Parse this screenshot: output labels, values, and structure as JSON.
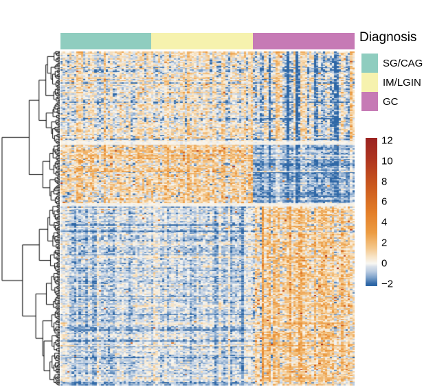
{
  "chart_data": {
    "type": "heatmap",
    "title": "",
    "legend_title": "Diagnosis",
    "description": "Hierarchically clustered heatmap of features (rows, dendrogram at left) across samples (columns) grouped by diagnosis annotation at top",
    "value_scale": {
      "min": -2,
      "max": 12,
      "tick_values": [
        12,
        10,
        8,
        6,
        4,
        2,
        0,
        -2
      ],
      "tick_labels": [
        "12",
        "10",
        "8",
        "6",
        "4",
        "2",
        "0",
        "−2"
      ],
      "bar_top_value": 12.25,
      "bar_bottom_value": -2.2
    },
    "colormap_stops": [
      {
        "value": -2,
        "color": "#2E67A6"
      },
      {
        "value": -1.35,
        "color": "#7FA3CB"
      },
      {
        "value": -0.75,
        "color": "#BCCDE1"
      },
      {
        "value": -0.3,
        "color": "#D8E0EA"
      },
      {
        "value": 0,
        "color": "#F8F7F2"
      },
      {
        "value": 0.6,
        "color": "#F8E6CA"
      },
      {
        "value": 1.5,
        "color": "#F4C78B"
      },
      {
        "value": 3,
        "color": "#EC9C42"
      },
      {
        "value": 5,
        "color": "#E37E28"
      },
      {
        "value": 7.5,
        "color": "#CB5A1E"
      },
      {
        "value": 10,
        "color": "#B0371F"
      },
      {
        "value": 12,
        "color": "#9C2421"
      }
    ],
    "columns": {
      "total": 130,
      "axis": "samples (no labels shown)",
      "groups": [
        {
          "label": "SG/CAG",
          "color": "#8FCDBF",
          "count": 40
        },
        {
          "label": "IM/LGIN",
          "color": "#F6F2AE",
          "count": 45
        },
        {
          "label": "GC",
          "color": "#C67AB5",
          "count": 45
        }
      ]
    },
    "rows": {
      "total": 280,
      "axis": "features (no labels shown)",
      "dendrogram": "dense hierarchical clustering tree drawn in black on left side"
    },
    "pattern": {
      "seed": 987654321,
      "bands": [
        {
          "rows": [
            0,
            0.277
          ],
          "means": [
            0.3,
            0.35,
            -0.3
          ],
          "col_sd": [
            0.55,
            0.55,
            1.05
          ],
          "noise_sd": [
            0.8,
            0.8,
            0.85
          ],
          "fleck_p": [
            0.005,
            0.005,
            0.004
          ],
          "fleck_amp": 7
        },
        {
          "rows": [
            0.277,
            0.462
          ],
          "means": [
            1.05,
            1.2,
            -1.1
          ],
          "col_sd": [
            0.5,
            0.5,
            0.4
          ],
          "noise_sd": [
            1.05,
            1.05,
            0.55
          ],
          "fleck_p": [
            0.012,
            0.012,
            0.002
          ],
          "fleck_amp": 8
        },
        {
          "rows": [
            0.462,
            1
          ],
          "means": [
            -0.5,
            -0.5,
            1.1
          ],
          "col_sd": [
            0.35,
            0.35,
            0.75
          ],
          "noise_sd": [
            0.55,
            0.55,
            0.95
          ],
          "fleck_p": [
            0.002,
            0.002,
            0.012
          ],
          "fleck_amp": 9
        }
      ],
      "row_streaks": {
        "blue_p": 0.09,
        "blue_amp": [
          0.7,
          1.5
        ],
        "orange_p": 0.07,
        "orange_amp": [
          0.5,
          1.1
        ],
        "base_sd": 0.27
      },
      "white_rows": [
        0.274,
        0.46
      ],
      "top_orange_rows": 2,
      "top_orange_bias": 0.85,
      "dendrogram_splits": {
        "root_split": 0.462,
        "second_split": 0.277
      },
      "value_clamp": [
        -2.3,
        12.3
      ]
    }
  }
}
